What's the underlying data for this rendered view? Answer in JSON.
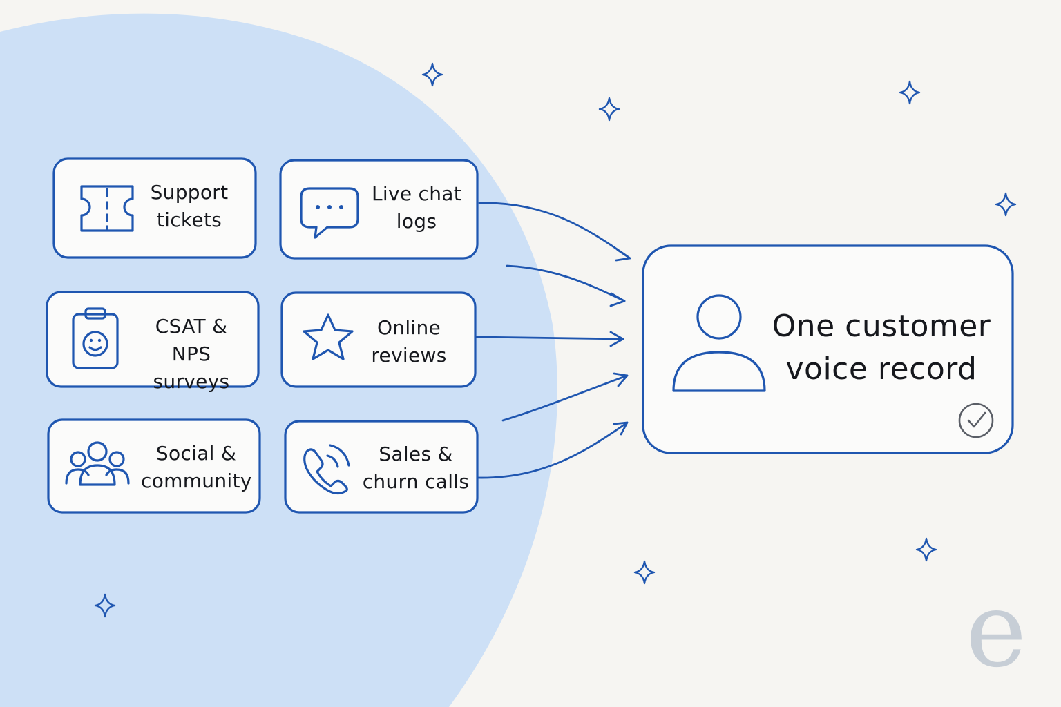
{
  "sources": [
    {
      "id": "support-tickets",
      "label": "Support\ntickets",
      "icon": "ticket-icon"
    },
    {
      "id": "live-chat-logs",
      "label": "Live chat\nlogs",
      "icon": "chat-bubble-icon"
    },
    {
      "id": "csat-nps-surveys",
      "label": "CSAT & NPS\nsurveys",
      "icon": "clipboard-smile-icon"
    },
    {
      "id": "online-reviews",
      "label": "Online\nreviews",
      "icon": "star-icon"
    },
    {
      "id": "social-community",
      "label": "Social &\ncommunity",
      "icon": "people-group-icon"
    },
    {
      "id": "sales-churn-calls",
      "label": "Sales &\nchurn calls",
      "icon": "phone-icon"
    }
  ],
  "target": {
    "label": "One customer\nvoice record",
    "icon": "person-icon",
    "badge": "check-circle-icon"
  },
  "watermark": "e",
  "colors": {
    "background": "#f6f5f2",
    "blob": "#cde0f6",
    "accent": "#1f56b0",
    "text": "#16181d",
    "watermark": "#c7ced6"
  }
}
